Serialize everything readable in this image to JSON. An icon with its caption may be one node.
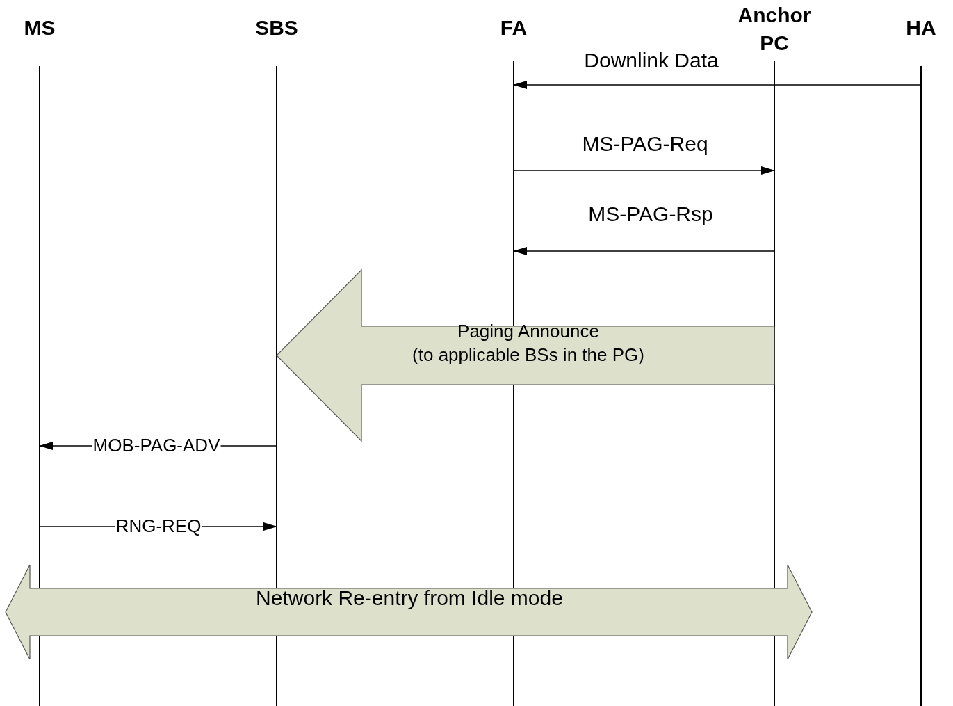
{
  "diagram": {
    "nodes": [
      {
        "text": [
          "MS"
        ]
      },
      {
        "text": [
          "SBS"
        ]
      },
      {
        "text": [
          "FA"
        ]
      },
      {
        "text": [
          "Anchor PC"
        ]
      },
      {
        "text": [
          "HA"
        ]
      },
      {
        "text": [
          "Paging Announce",
          "(to applicable BSs in the PG)"
        ]
      },
      {
        "text": [
          "Network Re-entry from Idle mode"
        ]
      }
    ],
    "edges": [
      {
        "from": 4,
        "to": 2,
        "arrow": "to",
        "label": "Downlink Data"
      },
      {
        "from": 2,
        "to": 3,
        "arrow": "to",
        "label": "MS-PAG-Req"
      },
      {
        "from": 3,
        "to": 2,
        "arrow": "to",
        "label": "MS-PAG-Rsp"
      },
      {
        "from": 1,
        "to": 0,
        "arrow": "to",
        "label": "MOB-PAG-ADV"
      },
      {
        "from": 0,
        "to": 1,
        "arrow": "to",
        "label": "RNG-REQ"
      }
    ]
  }
}
